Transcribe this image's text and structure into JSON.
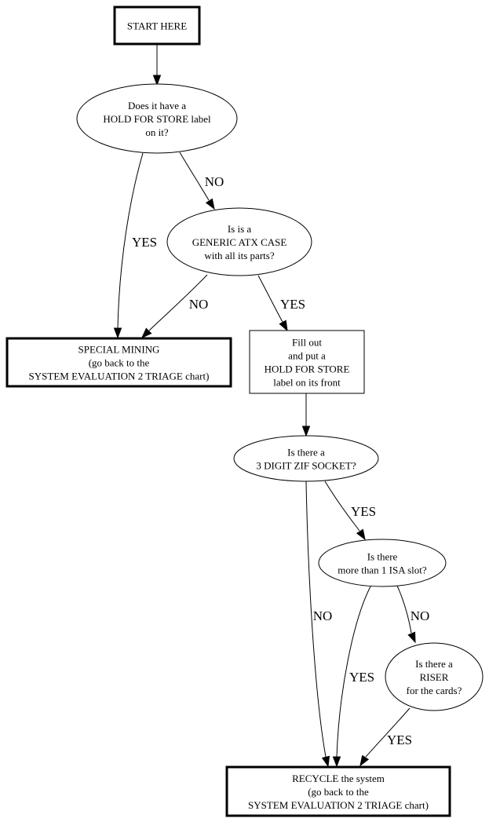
{
  "diagram": {
    "type": "flowchart",
    "nodes": [
      {
        "id": "start",
        "shape": "box-bold",
        "lines": [
          "START HERE"
        ]
      },
      {
        "id": "q_hold_label",
        "shape": "ellipse",
        "lines": [
          "Does it have a",
          "HOLD FOR STORE label",
          "on it?"
        ]
      },
      {
        "id": "q_generic_atx",
        "shape": "ellipse",
        "lines": [
          "Is is a",
          "GENERIC ATX CASE",
          "with all its parts?"
        ]
      },
      {
        "id": "special_mining",
        "shape": "box-bold",
        "lines": [
          "SPECIAL MINING",
          "(go back to the",
          "SYSTEM EVALUATION 2 TRIAGE chart)"
        ]
      },
      {
        "id": "fill_out_label",
        "shape": "box",
        "lines": [
          "Fill out",
          "and put a",
          "HOLD FOR STORE",
          "label on its front"
        ]
      },
      {
        "id": "q_zif_socket",
        "shape": "ellipse",
        "lines": [
          "Is there a",
          "3 DIGIT ZIF SOCKET?"
        ]
      },
      {
        "id": "q_isa_slot",
        "shape": "ellipse",
        "lines": [
          "Is there",
          "more than 1 ISA slot?"
        ]
      },
      {
        "id": "q_riser",
        "shape": "ellipse",
        "lines": [
          "Is there a",
          "RISER",
          "for the cards?"
        ]
      },
      {
        "id": "recycle",
        "shape": "box-bold",
        "lines": [
          "RECYCLE the system",
          "(go back to the",
          "SYSTEM EVALUATION 2 TRIAGE chart)"
        ]
      }
    ],
    "edges": [
      {
        "id": "e_start_hold",
        "from": "start",
        "to": "q_hold_label",
        "label": ""
      },
      {
        "id": "e_hold_yes",
        "from": "q_hold_label",
        "to": "special_mining",
        "label": "YES"
      },
      {
        "id": "e_hold_no",
        "from": "q_hold_label",
        "to": "q_generic_atx",
        "label": "NO"
      },
      {
        "id": "e_atx_no",
        "from": "q_generic_atx",
        "to": "special_mining",
        "label": "NO"
      },
      {
        "id": "e_atx_yes",
        "from": "q_generic_atx",
        "to": "fill_out_label",
        "label": "YES"
      },
      {
        "id": "e_fill_zif",
        "from": "fill_out_label",
        "to": "q_zif_socket",
        "label": ""
      },
      {
        "id": "e_zif_no",
        "from": "q_zif_socket",
        "to": "recycle",
        "label": "NO"
      },
      {
        "id": "e_zif_yes",
        "from": "q_zif_socket",
        "to": "q_isa_slot",
        "label": "YES"
      },
      {
        "id": "e_isa_yes",
        "from": "q_isa_slot",
        "to": "recycle",
        "label": "YES"
      },
      {
        "id": "e_isa_no",
        "from": "q_isa_slot",
        "to": "q_riser",
        "label": "NO"
      },
      {
        "id": "e_riser_yes",
        "from": "q_riser",
        "to": "recycle",
        "label": "YES"
      }
    ]
  }
}
